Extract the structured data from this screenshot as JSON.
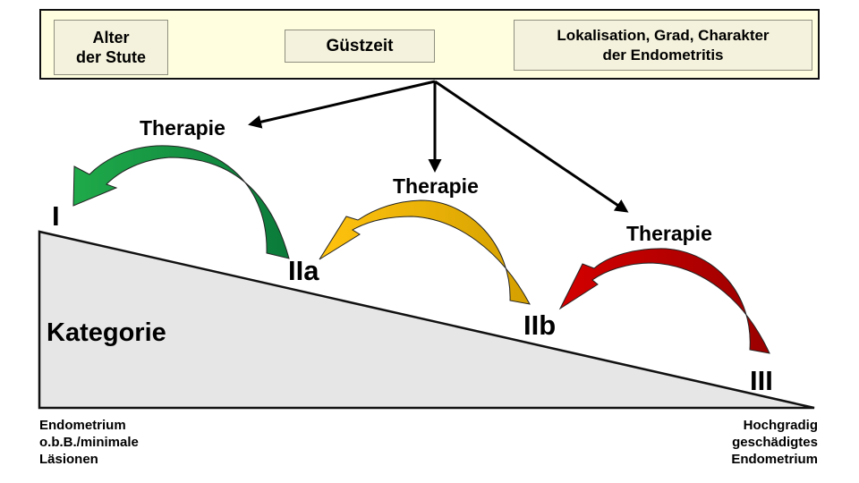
{
  "header": {
    "factors": [
      {
        "id": "alter",
        "label": "Alter\nder Stute"
      },
      {
        "id": "guestzeit",
        "label": "Güstzeit"
      },
      {
        "id": "lokalisation",
        "label": "Lokalisation, Grad, Charakter\nder Endometritis"
      }
    ]
  },
  "therapy_labels": [
    "Therapie",
    "Therapie",
    "Therapie"
  ],
  "categories": {
    "axis_label": "Kategorie",
    "items": [
      {
        "label": "I"
      },
      {
        "label": "IIa"
      },
      {
        "label": "IIb"
      },
      {
        "label": "III"
      }
    ]
  },
  "arrows": [
    {
      "from": "IIa",
      "to": "I",
      "color": "#1faa4a",
      "dark": "#0b7a3a"
    },
    {
      "from": "IIb",
      "to": "IIa",
      "color": "#ffc20e",
      "dark": "#d4a000"
    },
    {
      "from": "III",
      "to": "IIb",
      "color": "#d40000",
      "dark": "#9a0000"
    }
  ],
  "footer": {
    "left": "Endometrium\no.b.B./minimale\nLäsionen",
    "right": "Hochgradig\ngeschädigtes\nEndometrium"
  },
  "colors": {
    "header_bg": "#ffffe0",
    "factor_bg": "#f4f2dc",
    "wedge_fill": "#e6e6e6"
  }
}
